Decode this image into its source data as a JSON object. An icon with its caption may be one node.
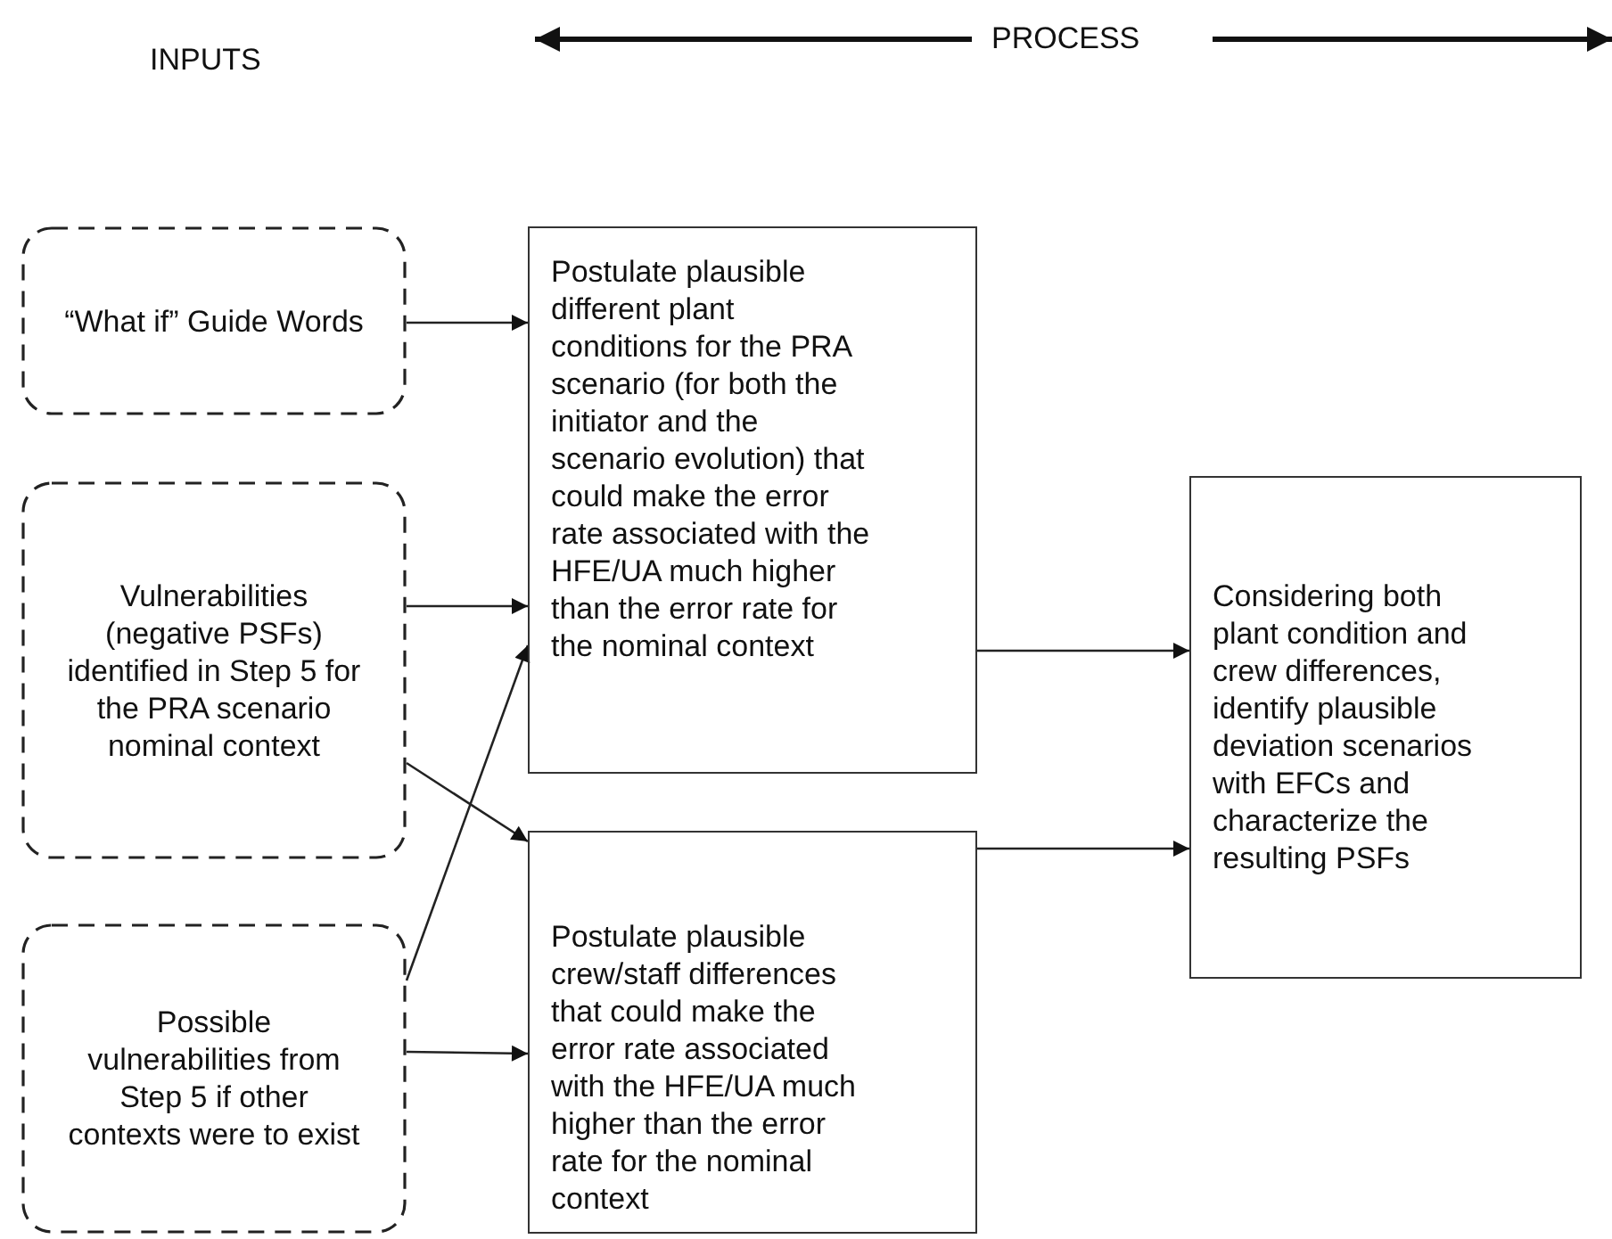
{
  "diagram": {
    "nodes": [
      {
        "text": [
          "“What if” Guide Words"
        ]
      },
      {
        "text": [
          "Vulnerabilities (negative PSFs) identified in Step 5 for the PRA scenario nominal context"
        ]
      },
      {
        "text": [
          "Possible vulnerabilities from Step 5 if other contexts were to exist"
        ]
      },
      {
        "text": [
          "Postulate plausible different plant conditions for the PRA scenario (for both the initiator and the scenario evolution) that could make the error rate associated with the HFE/UA much higher than the error rate for the nominal context"
        ]
      },
      {
        "text": [
          "Postulate plausible crew/staff differences that could make the error rate associated with the HFE/UA much higher than the error rate for the nominal context"
        ]
      },
      {
        "text": [
          "Considering both plant condition and crew differences, identify plausible deviation scenarios with EFCs and characterize the resulting PSFs"
        ]
      }
    ],
    "edges": [
      {
        "from": 0,
        "to": 3,
        "arrow": "to"
      },
      {
        "from": 1,
        "to": 3,
        "arrow": "to"
      },
      {
        "from": 1,
        "to": 4,
        "arrow": "to"
      },
      {
        "from": 2,
        "to": 3,
        "arrow": "to"
      },
      {
        "from": 2,
        "to": 4,
        "arrow": "to"
      },
      {
        "from": 3,
        "to": 5,
        "arrow": "to"
      },
      {
        "from": 4,
        "to": 5,
        "arrow": "to"
      }
    ],
    "labels": [
      "INPUTS",
      "PROCESS"
    ]
  }
}
